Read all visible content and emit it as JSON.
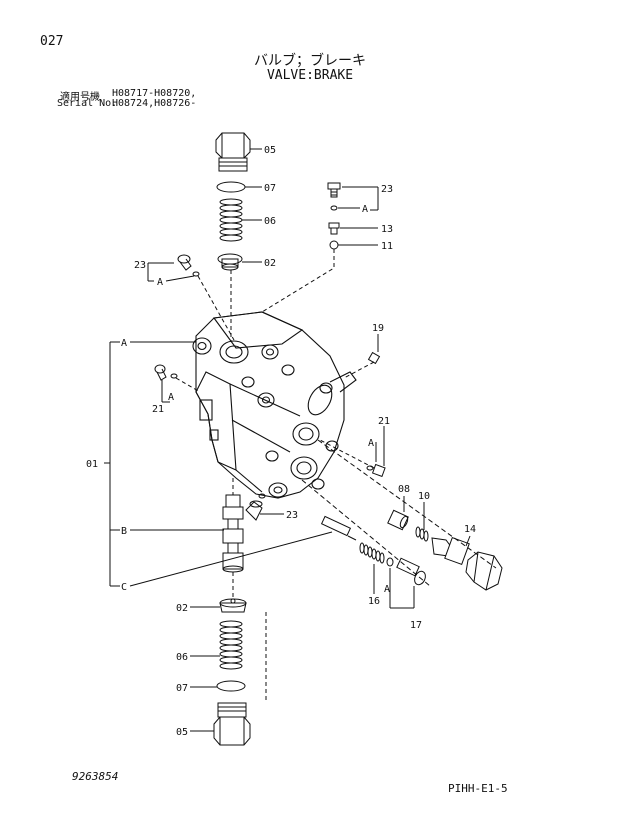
{
  "header": {
    "page_no": "027",
    "title_jp": "バルブ；ブレーキ",
    "title_en": "VALVE:BRAKE",
    "serial_jp_label": "適用号機",
    "serial_jp_value": "H08717-H08720,",
    "serial_en_label": "Serial No.",
    "serial_en_value": "H08724,H08726-"
  },
  "callouts": {
    "c05_top": "05",
    "c07_top": "07",
    "c06_top": "06",
    "c02_top": "02",
    "c23_tr": "23",
    "c13": "13",
    "c11": "11",
    "c23_left": "23",
    "c19": "19",
    "c21_left": "21",
    "c21_right": "21",
    "c01": "01",
    "c08": "08",
    "c10": "10",
    "c14": "14",
    "c23_mid": "23",
    "c16": "16",
    "c17": "17",
    "c02_bot": "02",
    "c06_bot": "06",
    "c07_bot": "07",
    "c05_bot": "05",
    "ref_A1": "A",
    "ref_A2": "A",
    "ref_A3": "A",
    "ref_A4": "A",
    "ref_A5": "A",
    "ref_A6": "A",
    "ref_B": "B",
    "ref_C": "C"
  },
  "footer": {
    "doc_number": "9263854",
    "page_code": "PIHH-E1-5"
  }
}
